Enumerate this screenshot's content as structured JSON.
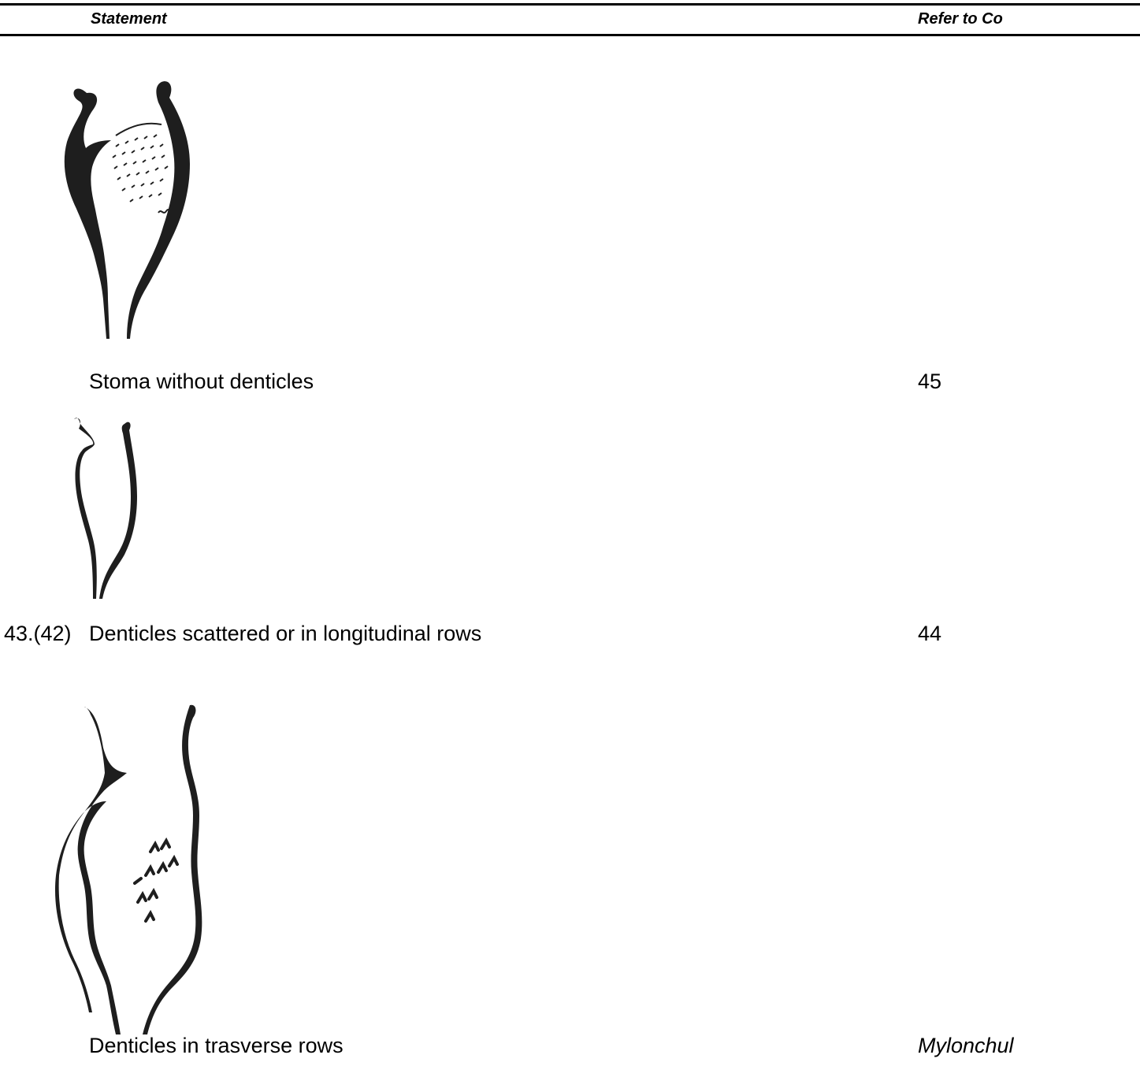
{
  "header": {
    "statement_label": "Statement",
    "refer_label": "Refer to Co"
  },
  "entries": [
    {
      "couplet": "",
      "statement": "Stoma without denticles",
      "refer": "45",
      "figure_icon": "stoma-without-denticles-drawing"
    },
    {
      "couplet": "43.(42)",
      "statement": "Denticles scattered or in longitudinal rows",
      "refer": "44",
      "figure_icon": "stoma-scattered-denticles-drawing"
    },
    {
      "couplet": "",
      "statement": "Denticles in trasverse rows",
      "refer": "Mylonchul",
      "figure_icon": "stoma-transverse-denticles-drawing"
    }
  ]
}
